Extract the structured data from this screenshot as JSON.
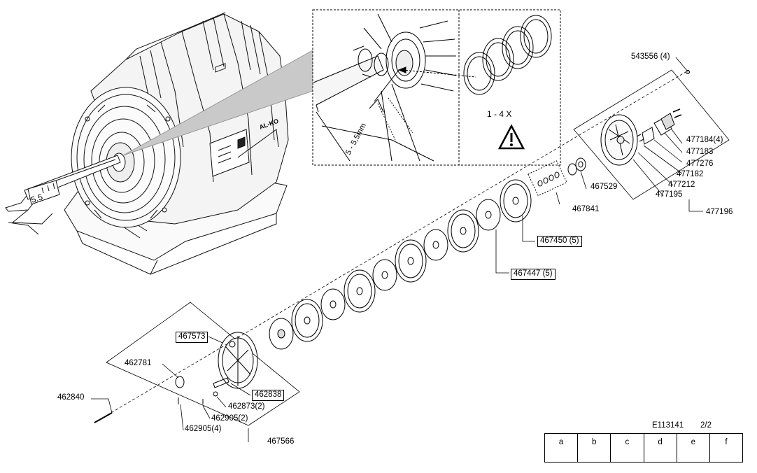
{
  "parts": {
    "p543556": "543556 (4)",
    "p477184": "477184(4)",
    "p477183": "477183",
    "p477276": "477276",
    "p477182": "477182",
    "p477212": "477212",
    "p477195": "477195",
    "p477196": "477196",
    "p467529": "467529",
    "p467841": "467841",
    "p467450": "467450 (5)",
    "p467447": "467447 (5)",
    "p467573": "467573",
    "p462781": "462781",
    "p462838": "462838",
    "p462840": "462840",
    "p462873": "462873(2)",
    "p462905a": "462905(2)",
    "p462905b": "462905(4)",
    "p467566": "467566"
  },
  "inset": {
    "gap": "5 - 5,5mm",
    "shims": "1 - 4 X"
  },
  "caliper_reading": "5.5",
  "document_id": "E113141",
  "page": "2/2",
  "columns": [
    "a",
    "b",
    "c",
    "d",
    "e",
    "f"
  ]
}
